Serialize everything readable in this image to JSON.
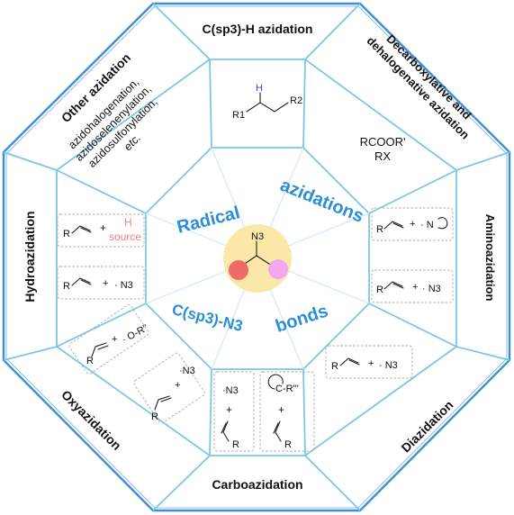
{
  "center": {
    "big_words": [
      "Radical",
      "azidations",
      "C(sp3)-N3",
      "bonds"
    ],
    "n3": "N3"
  },
  "outer_labels": {
    "top": "C(sp3)-H azidation",
    "top_right_line1": "Decarboxylative and",
    "top_right_line2": "dehalogenative azidation",
    "right": "Aminoazidation",
    "bottom_right": "Diazidation",
    "bottom": "Carboazidation",
    "bottom_left": "Oxyazidation",
    "left": "Hydroazidation",
    "top_left": "Other azidation"
  },
  "inner": {
    "top_left_lines": [
      "azidohalogenation,",
      "azidoselenenylation,",
      "azidosulfonylation,",
      "etc."
    ],
    "top_right_lines": [
      "RCOOR'",
      "RX"
    ],
    "h_source": [
      "H",
      "source"
    ],
    "chem": {
      "R": "R",
      "plus": "+",
      "N3": "· N3",
      "N3_vertical": "·N3",
      "H": "H",
      "R1": "R1",
      "R2": "R2",
      "OR": "· O-R''",
      "CR": "C-R'''",
      "N_dot": "· N"
    }
  },
  "colors": {
    "octagon_blue": "#3f8fd6",
    "inner_blue": "#7cc6ec",
    "big_text_blue": "#2a8fd8",
    "center_yellow": "#fbe7a8",
    "red_dot": "#f06a6a",
    "pink_dot": "#f2a7ee",
    "h_source_red": "#f08080",
    "h_label_blue": "#3344cc"
  }
}
